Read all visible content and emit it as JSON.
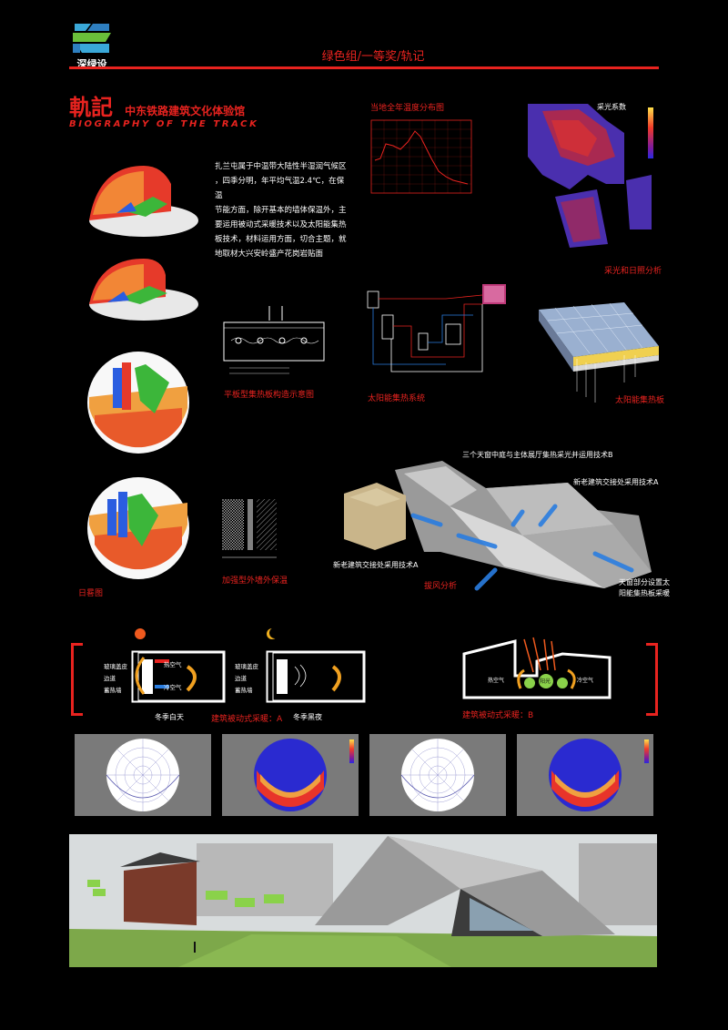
{
  "logo": {
    "text": "深绿设"
  },
  "header": {
    "title": "绿色组/一等奖/轨记"
  },
  "project": {
    "title_cn": "軌記",
    "subtitle_cn": "中东铁路建筑文化体验馆",
    "title_en": "BIOGRAPHY OF THE TRACK"
  },
  "description": "扎兰屯属于中温带大陆性半湿润气候区\n，四季分明，年平均气温2.4℃，在保温\n节能方面，除开基本的墙体保温外，主\n要运用被动式采暖技术以及太阳能集热\n板技术，材料运用方面，切合主题，就\n地取材大兴安岭盛产花岗岩贴面",
  "captions": {
    "temp_chart": "当地全年温度分布图",
    "daylight_title": "采光系数",
    "daylight": "采光和日照分析",
    "flat_collector": "平板型集热板构造示意图",
    "solar_system": "太阳能集热系统",
    "solar_panel": "太阳能集热板",
    "sun_path": "日晷图",
    "wall_insulation": "加强型外墙外保温",
    "ventilation": "拔风分析",
    "passive_a": "建筑被动式采暖：A",
    "passive_b": "建筑被动式采暖：B",
    "winter_day": "冬季白天",
    "winter_night": "冬季黑夜"
  },
  "annotations": {
    "skylight": "三个天窗中庭与主体展厅集热采光并运用技术B",
    "junction_a_right": "新老建筑交接处采用技术A",
    "junction_a_left": "新老建筑交接处采用技术A",
    "skylight_heat": "天窗部分设置太\n阳能集热板采暖"
  },
  "passive_labels": {
    "glass": "玻璃盖皮",
    "gap": "边道",
    "wall": "蓄热墙",
    "hot_air": "热空气",
    "cold_air": "冷空气",
    "hot_air_b": "热空气",
    "cold_air_b": "冷空气",
    "sun": "阳光"
  },
  "colors": {
    "accent": "#e8231f",
    "heat": "#f05a1e",
    "cool": "#2a7de0",
    "green": "#6ab82d"
  }
}
